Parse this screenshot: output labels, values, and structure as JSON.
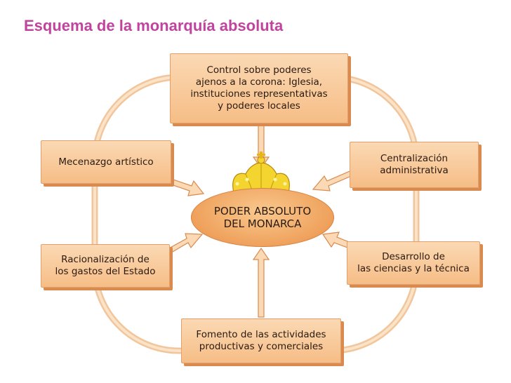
{
  "page": {
    "title": "Esquema de la monarquía absoluta"
  },
  "diagram": {
    "center": {
      "label": "PODER ABSOLUTO\nDEL MONARCA",
      "icon": "crown-icon"
    },
    "nodes": [
      {
        "id": "control",
        "label": "Control sobre poderes\najenos a la corona: Iglesia,\ninstituciones representativas\ny poderes locales"
      },
      {
        "id": "mecenazgo",
        "label": "Mecenazgo artístico"
      },
      {
        "id": "centralizacion",
        "label": "Centralización\nadministrativa"
      },
      {
        "id": "racionalizacion",
        "label": "Racionalización de\nlos gastos del Estado"
      },
      {
        "id": "desarrollo",
        "label": "Desarrollo de\nlas ciencias y la técnica"
      },
      {
        "id": "fomento",
        "label": "Fomento de las actividades\nproductivas y comerciales"
      }
    ],
    "colors": {
      "box": "#f6bd86",
      "shadow": "#d98a4f",
      "ring": "#f2c69c",
      "title": "#c0449e",
      "crown": "#f2d21e"
    }
  }
}
